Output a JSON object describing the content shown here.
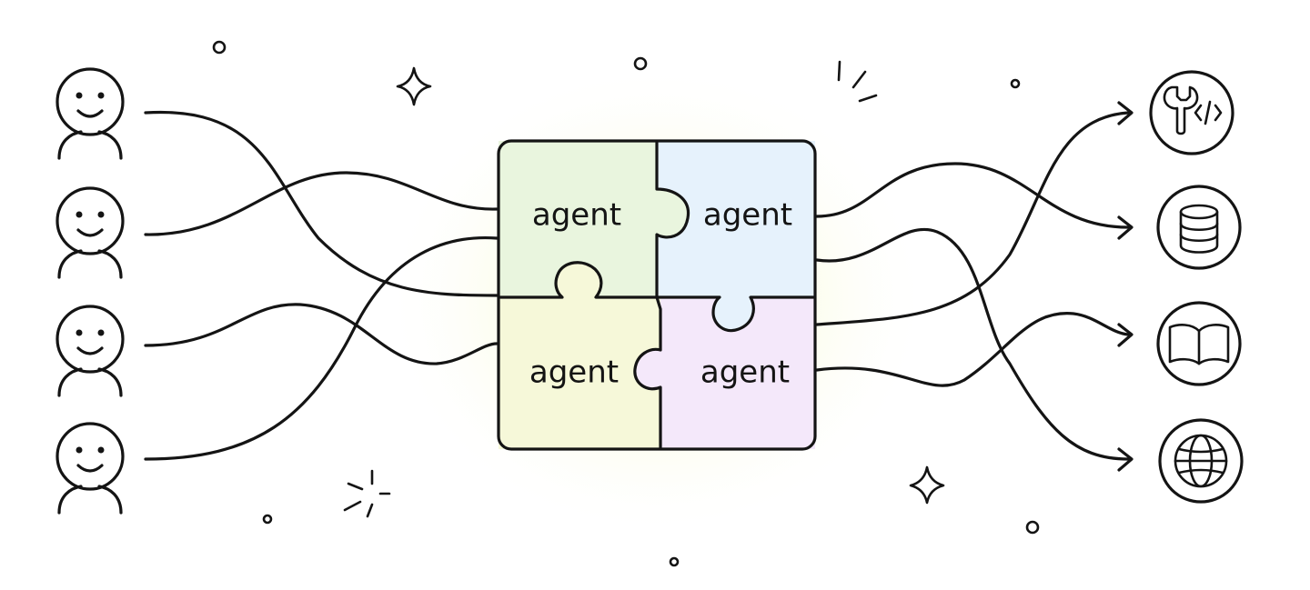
{
  "agents": [
    {
      "id": "top-left",
      "label": "agent",
      "fill": "#E9F5DE"
    },
    {
      "id": "top-right",
      "label": "agent",
      "fill": "#E6F2FC"
    },
    {
      "id": "bottom-left",
      "label": "agent",
      "fill": "#F6F8D9"
    },
    {
      "id": "bottom-right",
      "label": "agent",
      "fill": "#F4E8FA"
    }
  ],
  "users": [
    {
      "icon": "smiley-person-icon"
    },
    {
      "icon": "smiley-person-icon"
    },
    {
      "icon": "smiley-person-icon"
    },
    {
      "icon": "smiley-person-icon"
    }
  ],
  "resources": [
    {
      "icon": "wrench-code-icon"
    },
    {
      "icon": "database-icon"
    },
    {
      "icon": "book-icon"
    },
    {
      "icon": "globe-icon"
    }
  ],
  "colors": {
    "ink": "#141414",
    "glow": "#FBFDE6"
  }
}
